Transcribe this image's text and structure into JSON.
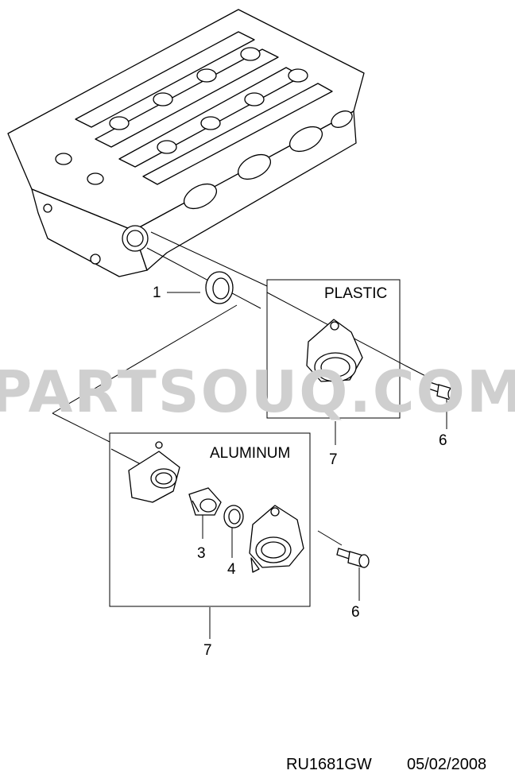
{
  "watermark": "PARTSOUQ.COM",
  "footer": {
    "code": "RU1681GW",
    "date": "05/02/2008"
  },
  "boxes": {
    "plastic": "PLASTIC",
    "aluminum": "ALUMINUM"
  },
  "callouts": {
    "c1": "1",
    "c3": "3",
    "c4": "4",
    "c6_top": "6",
    "c6_bottom": "6",
    "c7_top": "7",
    "c7_bottom": "7"
  }
}
